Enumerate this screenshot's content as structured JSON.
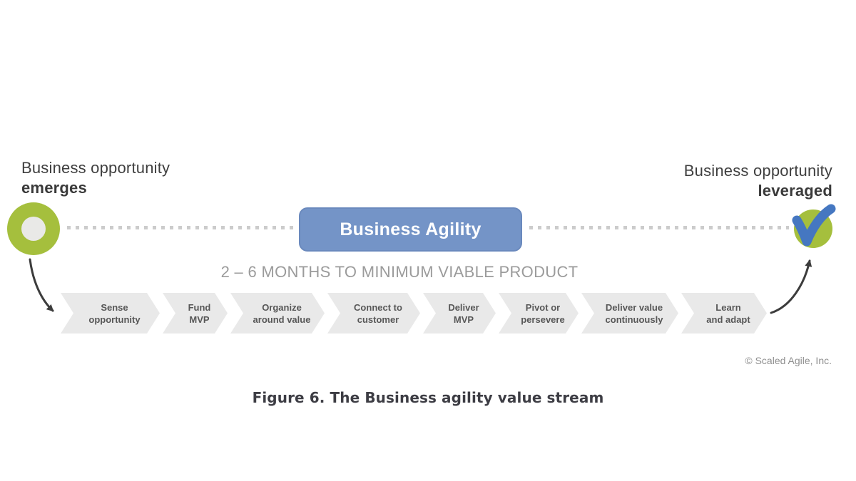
{
  "diagram": {
    "left_label": {
      "line1": "Business opportunity",
      "line2": "emerges"
    },
    "right_label": {
      "line1": "Business opportunity",
      "line2": "leveraged"
    },
    "center_box": {
      "label": "Business Agility"
    },
    "timeline_note": "2 – 6 MONTHS TO MINIMUM VIABLE PRODUCT",
    "steps": [
      {
        "lines": [
          "Sense",
          "opportunity"
        ]
      },
      {
        "lines": [
          "Fund",
          "MVP"
        ]
      },
      {
        "lines": [
          "Organize",
          "around value"
        ]
      },
      {
        "lines": [
          "Connect to",
          "customer"
        ]
      },
      {
        "lines": [
          "Deliver",
          "MVP"
        ]
      },
      {
        "lines": [
          "Pivot or",
          "persevere"
        ]
      },
      {
        "lines": [
          "Deliver value",
          "continuously"
        ]
      },
      {
        "lines": [
          "Learn",
          "and adapt"
        ]
      }
    ],
    "copyright": "© Scaled Agile, Inc.",
    "colors": {
      "circle_green": "#a5bf3d",
      "circle_inner_gray": "#e9e9e7",
      "agility_blue": "#7494c7",
      "checkmark_blue": "#4577c1",
      "chevron_gray": "#e9e9e9",
      "dot_gray": "#cccccc",
      "arrow_dark": "#3c3c3c"
    }
  },
  "caption": "Figure 6. The Business agility value stream"
}
